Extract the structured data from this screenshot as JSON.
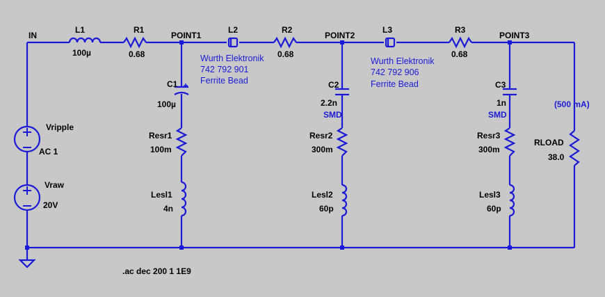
{
  "nodes": {
    "in": "IN",
    "point1": "POINT1",
    "point2": "POINT2",
    "point3": "POINT3"
  },
  "components": {
    "L1": {
      "name": "L1",
      "value": "100µ"
    },
    "R1": {
      "name": "R1",
      "value": "0.68"
    },
    "L2": {
      "name": "L2",
      "line1": "Wurth Elektronik",
      "line2": "742 792 901",
      "line3": "Ferrite Bead"
    },
    "R2": {
      "name": "R2",
      "value": "0.68"
    },
    "L3": {
      "name": "L3",
      "line1": "Wurth Elektronik",
      "line2": "742 792 906",
      "line3": "Ferrite Bead"
    },
    "R3": {
      "name": "R3",
      "value": "0.68"
    },
    "C1": {
      "name": "C1",
      "value": "100µ"
    },
    "Resr1": {
      "name": "Resr1",
      "value": "100m"
    },
    "Lesl1": {
      "name": "Lesl1",
      "value": "4n"
    },
    "C2": {
      "name": "C2",
      "value": "2.2n",
      "tag": "SMD"
    },
    "Resr2": {
      "name": "Resr2",
      "value": "300m"
    },
    "Lesl2": {
      "name": "Lesl2",
      "value": "60p"
    },
    "C3": {
      "name": "C3",
      "value": "1n",
      "tag": "SMD"
    },
    "Resr3": {
      "name": "Resr3",
      "value": "300m"
    },
    "Lesl3": {
      "name": "Lesl3",
      "value": "60p"
    },
    "RLOAD": {
      "name": "RLOAD",
      "value": "38.0",
      "current": "(500 mA)"
    },
    "Vripple": {
      "name": "Vripple",
      "value": "AC 1"
    },
    "Vraw": {
      "name": "Vraw",
      "value": "20V"
    }
  },
  "directive": ".ac dec 200 1 1E9",
  "colors": {
    "background": "#c8c8c8",
    "wire": "#1a1ad6",
    "text": "#000000"
  }
}
